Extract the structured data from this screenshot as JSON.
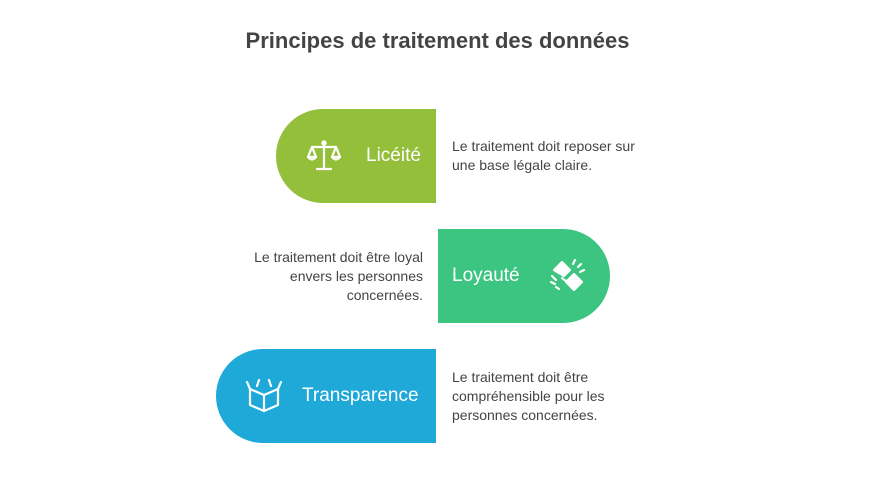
{
  "title": "Principes de traitement des données",
  "principles": [
    {
      "label": "Licéité",
      "icon": "balance-scale-icon",
      "color": "#93bf3b",
      "description_lines": [
        "Le traitement doit reposer sur",
        "une base légale claire."
      ]
    },
    {
      "label": "Loyauté",
      "icon": "handshake-icon",
      "color": "#3cc481",
      "description_lines": [
        "Le traitement doit être loyal",
        "envers les personnes",
        "concernées."
      ]
    },
    {
      "label": "Transparence",
      "icon": "open-box-icon",
      "color": "#1ea9d9",
      "description_lines": [
        "Le traitement doit être",
        "compréhensible pour les",
        "personnes concernées."
      ]
    }
  ]
}
